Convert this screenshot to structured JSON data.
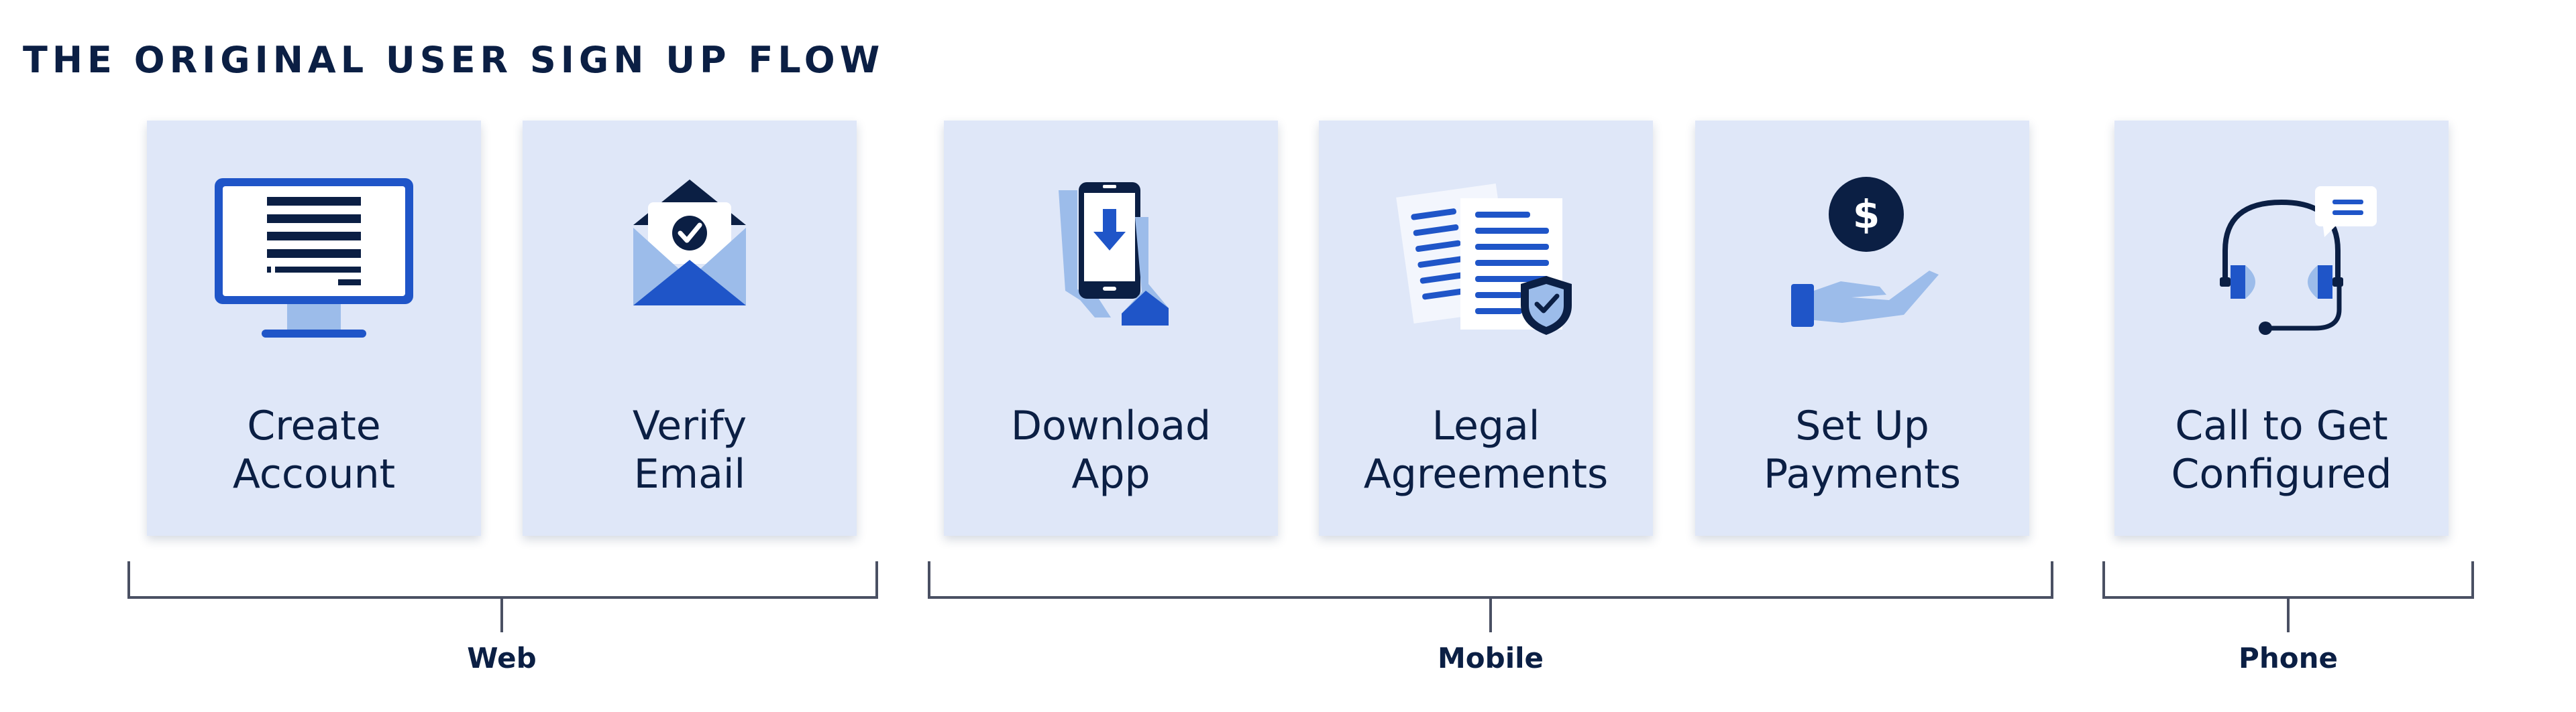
{
  "title": "THE ORIGINAL USER SIGN UP FLOW",
  "colors": {
    "card_bg": "#dfe7f8",
    "navy": "#0b1f44",
    "blue": "#1f55c8",
    "light_blue": "#9cbcea",
    "bracket": "#4a5063"
  },
  "steps": [
    {
      "label_line1": "Create",
      "label_line2": "Account",
      "icon": "computer-monitor-icon"
    },
    {
      "label_line1": "Verify",
      "label_line2": "Email",
      "icon": "envelope-check-icon"
    },
    {
      "label_line1": "Download",
      "label_line2": "App",
      "icon": "phone-download-icon"
    },
    {
      "label_line1": "Legal",
      "label_line2": "Agreements",
      "icon": "documents-shield-icon"
    },
    {
      "label_line1": "Set Up",
      "label_line2": "Payments",
      "icon": "hand-dollar-icon"
    },
    {
      "label_line1": "Call to Get",
      "label_line2": "Configured",
      "icon": "headset-chat-icon"
    }
  ],
  "groups": [
    {
      "label": "Web"
    },
    {
      "label": "Mobile"
    },
    {
      "label": "Phone"
    }
  ]
}
